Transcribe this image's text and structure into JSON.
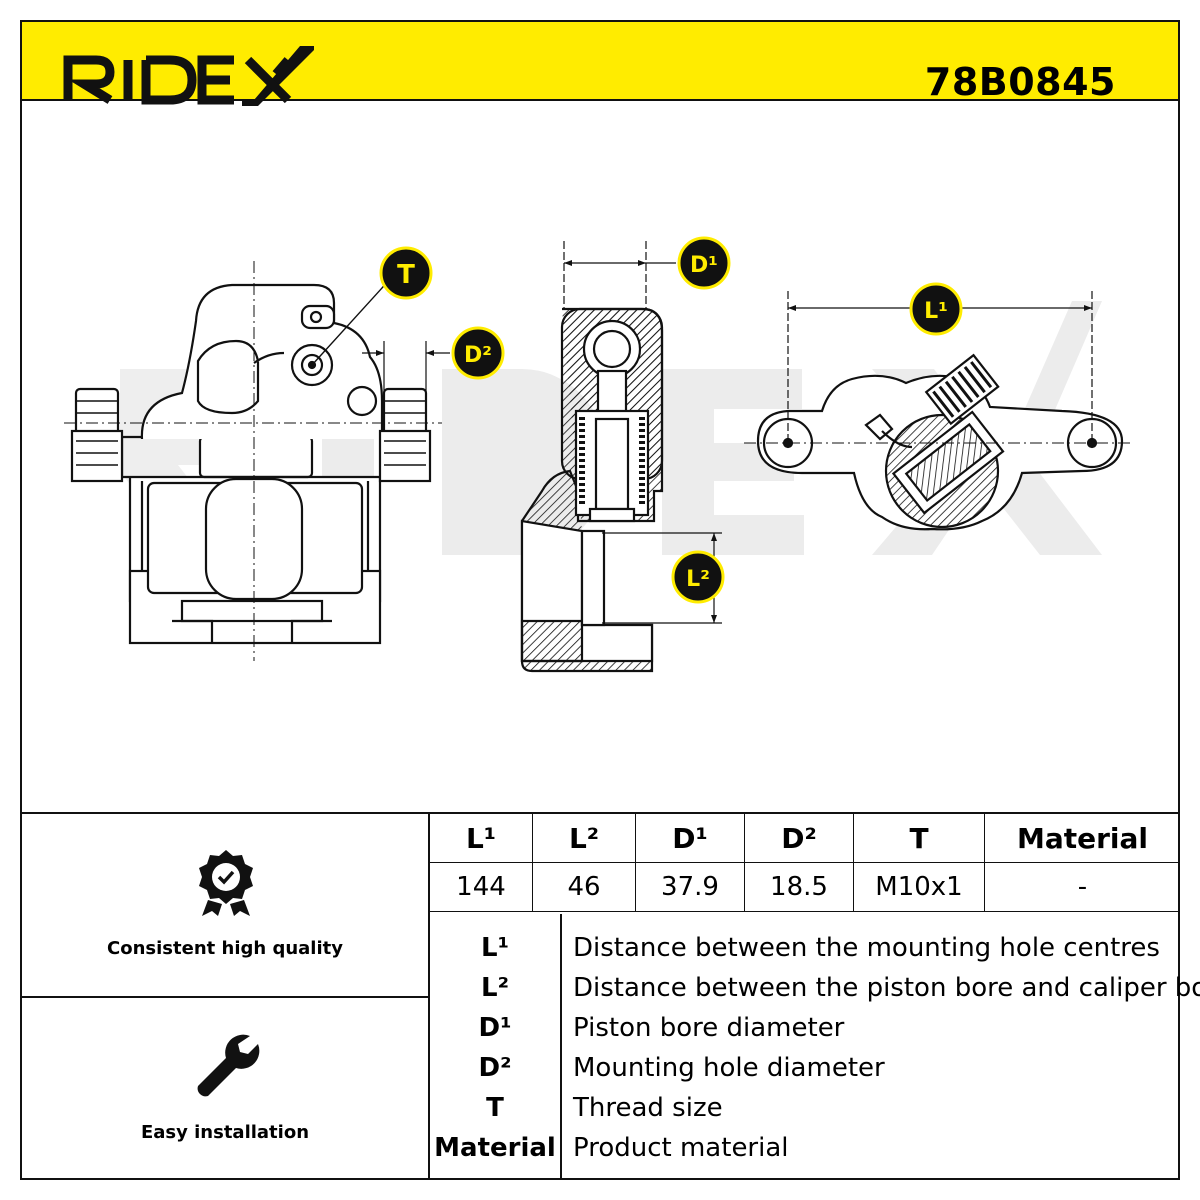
{
  "brand": "RIDEX",
  "part_number": "78B0845",
  "callouts": {
    "t": "T",
    "d1": "D¹",
    "d2": "D²",
    "l1": "L¹",
    "l2": "L²"
  },
  "features": [
    {
      "label": "Consistent high quality",
      "icon": "quality-badge-icon"
    },
    {
      "label": "Easy installation",
      "icon": "wrench-icon"
    }
  ],
  "dimensions_table": {
    "headers": [
      "L¹",
      "L²",
      "D¹",
      "D²",
      "T",
      "Material"
    ],
    "values": [
      "144",
      "46",
      "37.9",
      "18.5",
      "M10x1",
      "-"
    ]
  },
  "legend": [
    {
      "key": "L¹",
      "desc": "Distance between the mounting hole centres"
    },
    {
      "key": "L²",
      "desc": "Distance between the piston bore and caliper body"
    },
    {
      "key": "D¹",
      "desc": "Piston bore diameter"
    },
    {
      "key": "D²",
      "desc": "Mounting hole diameter"
    },
    {
      "key": "T",
      "desc": "Thread size"
    },
    {
      "key": "Material",
      "desc": "Product material"
    }
  ],
  "colors": {
    "accent": "#ffec00",
    "line": "#111111",
    "watermark": "#e9e9e9"
  }
}
